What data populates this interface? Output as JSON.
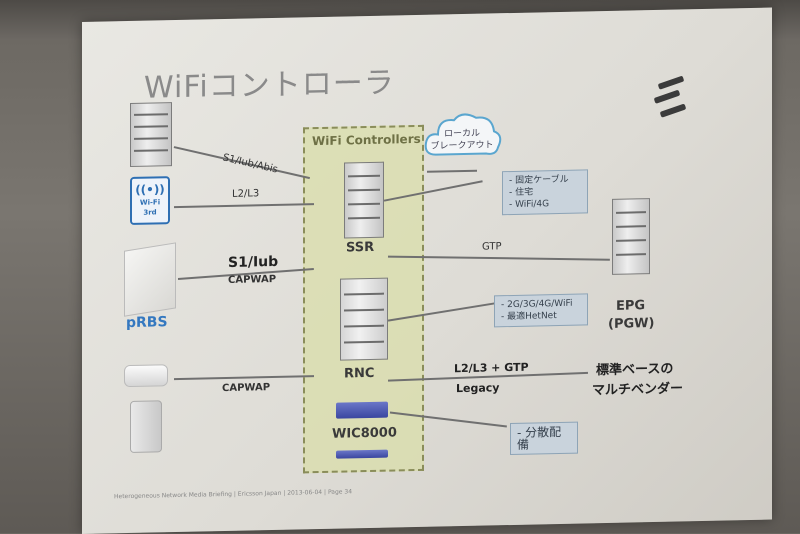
{
  "slide": {
    "title": "WiFiコントローラ",
    "wifi_controllers_label": "WiFi Controllers",
    "cloud_text": "ローカル\nブレークアウト",
    "links": {
      "s1_iub_abis": "S1/Iub/Abis",
      "l2_l3": "L2/L3",
      "s1_iub": "S1/Iub",
      "capwap_1": "CAPWAP",
      "capwap_2": "CAPWAP",
      "gtp": "GTP",
      "l2l3_gtp": "L2/L3 + GTP",
      "legacy": "Legacy"
    },
    "nodes": {
      "ssr": "SSR",
      "rnc": "RNC",
      "wic": "WIC8000",
      "epg": "EPG",
      "pgw": "(PGW)",
      "prbs": "pRBS",
      "wifi_3rd_top": "Wi-Fi",
      "wifi_3rd_bottom": "3rd"
    },
    "callouts": {
      "ssr": [
        "- 固定ケーブル",
        "- 住宅",
        "- WiFi/4G"
      ],
      "rnc": [
        "- 2G/3G/4G/WiFi",
        "- 最適HetNet"
      ],
      "wic": "- 分散配備"
    },
    "legacy_vendor": [
      "標準ベースの",
      "マルチベンダー"
    ],
    "footer": "Heterogeneous  Network Media Briefing | Ericsson Japan | 2013-06-04 | Page 34"
  },
  "colors": {
    "accent_blue": "#3478c0",
    "controller_box": "#dadeaa",
    "callout": "#c9d3dc"
  }
}
